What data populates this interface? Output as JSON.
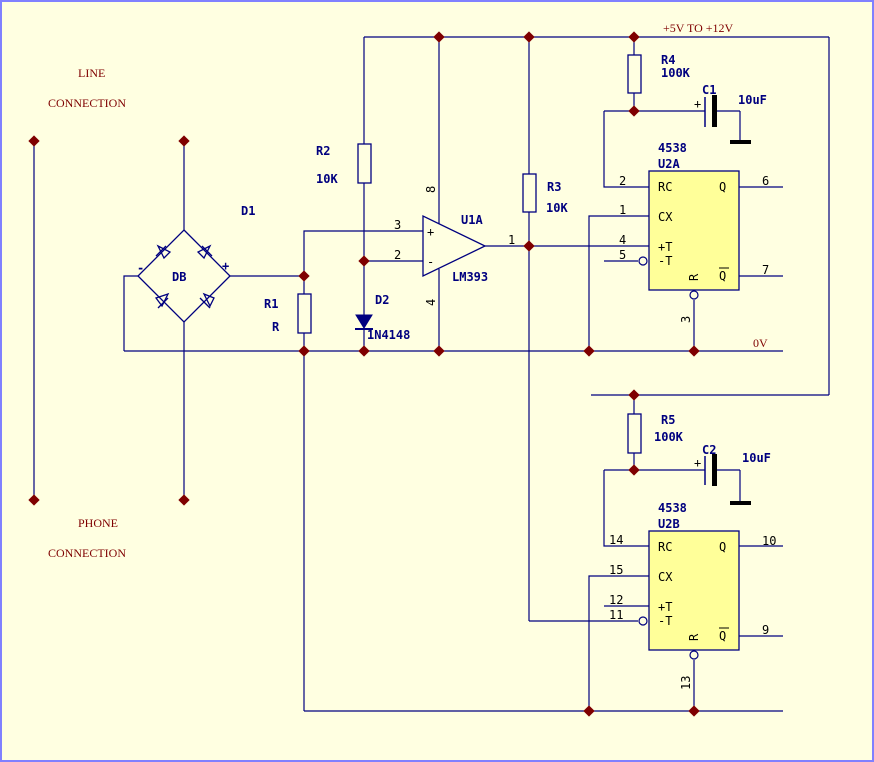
{
  "notes": {
    "line1": "LINE",
    "line2": "CONNECTION",
    "phone1": "PHONE",
    "phone2": "CONNECTION",
    "supply": "+5V TO +12V",
    "ground": "0V"
  },
  "bridge": {
    "ref": "D1",
    "value": "DB",
    "minus": "-",
    "plus": "+"
  },
  "r1": {
    "ref": "R1",
    "value": "R"
  },
  "r2": {
    "ref": "R2",
    "value": "10K"
  },
  "r3": {
    "ref": "R3",
    "value": "10K"
  },
  "r4": {
    "ref": "R4",
    "value": "100K"
  },
  "r5": {
    "ref": "R5",
    "value": "100K"
  },
  "c1": {
    "ref": "C1",
    "value": "10uF",
    "plus": "+"
  },
  "c2": {
    "ref": "C2",
    "value": "10uF",
    "plus": "+"
  },
  "d2": {
    "ref": "D2",
    "value": "1N4148"
  },
  "opamp": {
    "ref": "U1A",
    "value": "LM393",
    "in_plus": "+",
    "in_minus": "-",
    "pin_nonInv": "3",
    "pin_inv": "2",
    "pin_out": "1",
    "pin_vcc": "8",
    "pin_gnd": "4"
  },
  "u2a": {
    "part": "4538",
    "ref": "U2A",
    "RC": "RC",
    "CX": "CX",
    "TP": "+T",
    "TM": "-T",
    "Q": "Q",
    "QB": "Q",
    "R": "R",
    "pin_rc": "2",
    "pin_cx": "1",
    "pin_tp": "4",
    "pin_tm": "5",
    "pin_q": "6",
    "pin_qb": "7",
    "pin_r": "3"
  },
  "u2b": {
    "part": "4538",
    "ref": "U2B",
    "RC": "RC",
    "CX": "CX",
    "TP": "+T",
    "TM": "-T",
    "Q": "Q",
    "QB": "Q",
    "R": "R",
    "pin_rc": "14",
    "pin_cx": "15",
    "pin_tp": "12",
    "pin_tm": "11",
    "pin_q": "10",
    "pin_qb": "9",
    "pin_r": "13"
  }
}
